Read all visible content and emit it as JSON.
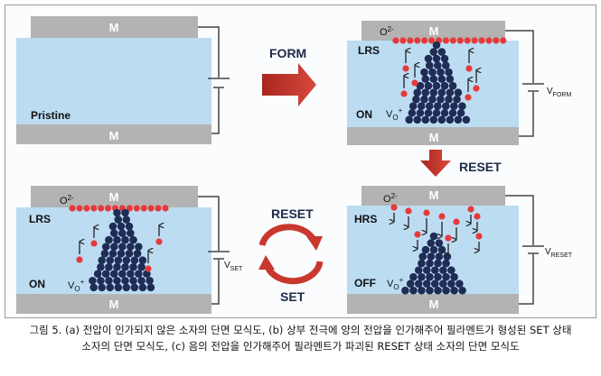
{
  "electrode_label": "M",
  "ion_label": "O2-",
  "vacancy_label": "VO+",
  "panels": {
    "pristine": {
      "state": "Pristine"
    },
    "form": {
      "state_top": "LRS",
      "state_bottom": "ON",
      "voltage": "V",
      "voltage_sub": "FORM"
    },
    "set": {
      "state_top": "LRS",
      "state_bottom": "ON",
      "voltage": "V",
      "voltage_sub": "SET"
    },
    "reset": {
      "state_top": "HRS",
      "state_bottom": "OFF",
      "voltage": "V",
      "voltage_sub": "RESET"
    }
  },
  "arrows": {
    "form": "FORM",
    "reset": "RESET",
    "cycle_top": "RESET",
    "cycle_bottom": "SET"
  },
  "colors": {
    "oxide": "#bcdcf2",
    "electrode": "#b3b3b3",
    "vacancy": "#1f2c55",
    "ion": "#e53a3a",
    "arrow": "#c5372f",
    "cycle": "#c9382f",
    "wire": "#444444"
  },
  "caption": {
    "line1": "그림 5. (a) 전압이 인가되지 않은 소자의 단면 모식도, (b) 상부 전극에 양의 전압을 인가해주어 필라멘트가 형성된 SET 상태",
    "line2": "소자의 단면 모식도, (c) 음의 전압을 인가해주어 필라멘트가 파괴된 RESET 상태 소자의 단면 모식도"
  }
}
